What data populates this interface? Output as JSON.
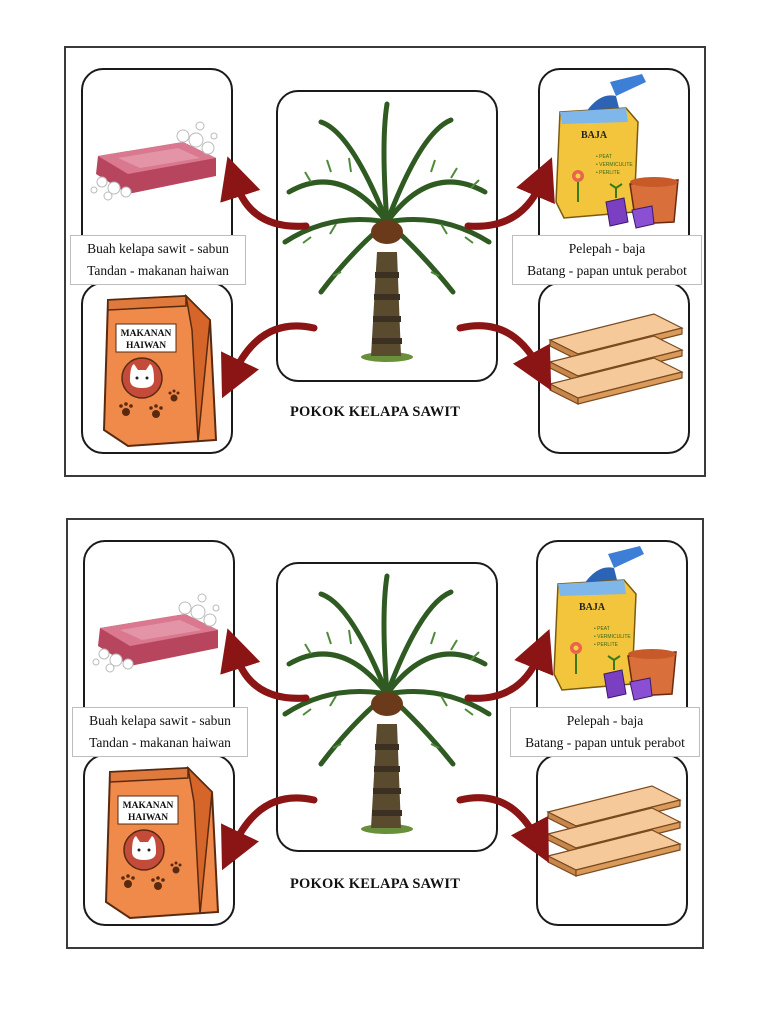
{
  "panels": [
    {
      "title": "POKOK KELAPA SAWIT",
      "left_label": {
        "line1": "Buah kelapa sawit - sabun",
        "line2": "Tandan - makanan haiwan"
      },
      "right_label": {
        "line1": "Pelepah - baja",
        "line2": "Batang - papan untuk perabot"
      },
      "fertilizer_bag_label": "BAJA",
      "fertilizer_bag_items": [
        "• PEAT",
        "• VERMICULITE",
        "• PERLITE"
      ],
      "petfood_bag_label": [
        "MAKANAN",
        "HAIWAN"
      ]
    },
    {
      "title": "POKOK KELAPA SAWIT",
      "left_label": {
        "line1": "Buah kelapa sawit - sabun",
        "line2": "Tandan - makanan haiwan"
      },
      "right_label": {
        "line1": "Pelepah - baja",
        "line2": "Batang - papan untuk perabot"
      },
      "fertilizer_bag_label": "BAJA",
      "fertilizer_bag_items": [
        "• PEAT",
        "• VERMICULITE",
        "• PERLITE"
      ],
      "petfood_bag_label": [
        "MAKANAN",
        "HAIWAN"
      ]
    }
  ],
  "colors": {
    "arrow": "#8b1414",
    "soap": "#d9788f",
    "bag": "#f08a4b",
    "fertilizer_bag": "#f2c53d",
    "wood": "#f2b27a"
  }
}
